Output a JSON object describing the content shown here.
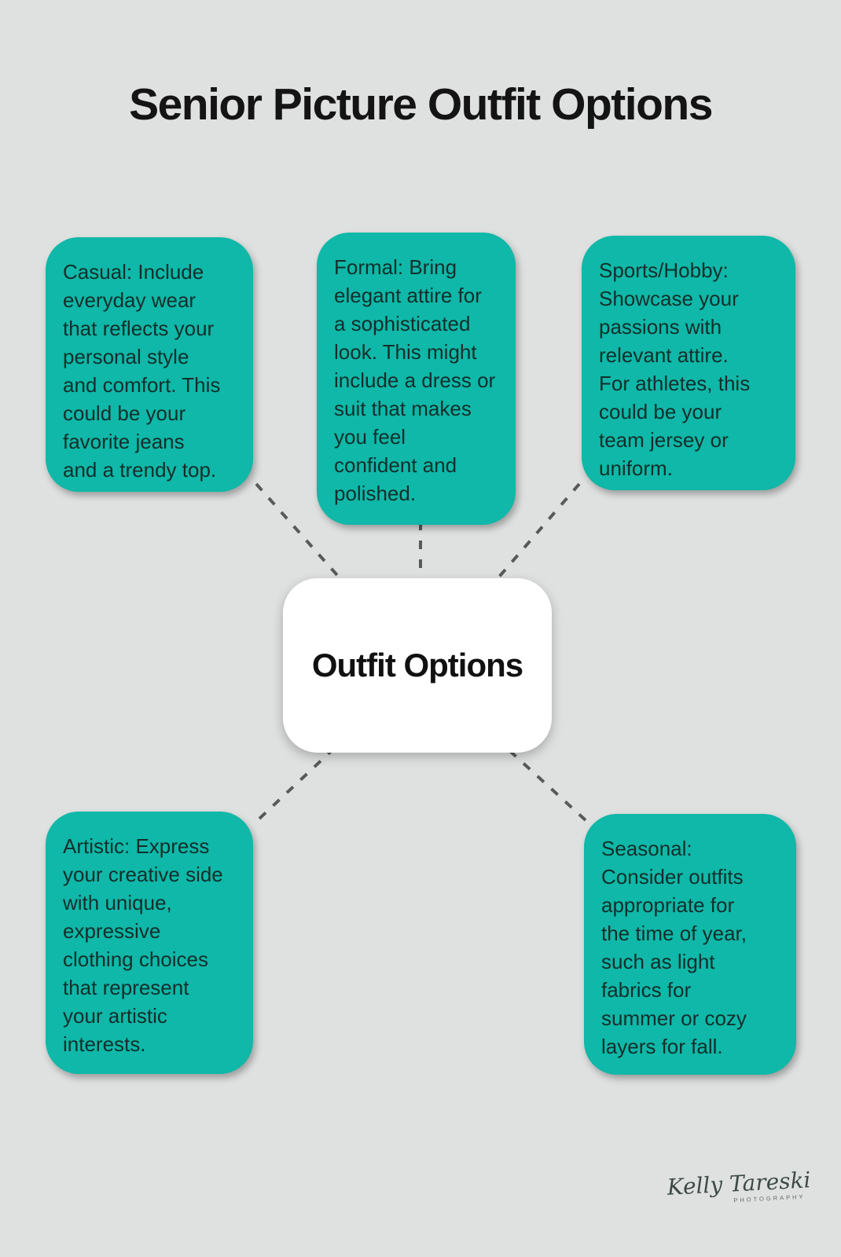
{
  "title": "Senior Picture Outfit Options",
  "center": {
    "label": "Outfit Options"
  },
  "nodes": [
    {
      "id": "casual",
      "text": "Casual: Include\neveryday wear\nthat reflects your\npersonal style\nand comfort. This\ncould be your\nfavorite jeans\nand a trendy top."
    },
    {
      "id": "formal",
      "text": "Formal: Bring\nelegant attire for\na sophisticated\nlook. This might\ninclude a dress or\nsuit that makes\nyou feel\nconfident and\npolished."
    },
    {
      "id": "sports-hobby",
      "text": "Sports/Hobby:\nShowcase your\npassions with\nrelevant attire.\nFor athletes, this\ncould be your\nteam jersey or\nuniform."
    },
    {
      "id": "artistic",
      "text": "Artistic: Express\nyour creative side\nwith unique,\nexpressive\nclothing choices\nthat represent\nyour artistic\ninterests."
    },
    {
      "id": "seasonal",
      "text": "Seasonal:\nConsider outfits\nappropriate for\nthe time of year,\nsuch as light\nfabrics for\nsummer or cozy\nlayers for fall."
    }
  ],
  "signature": {
    "name": "Kelly Tareski",
    "subtitle": "PHOTOGRAPHY"
  },
  "colors": {
    "background": "#dfe1e0",
    "node_fill": "#0fb8a8",
    "node_text": "#132e2b",
    "center_fill": "#ffffff",
    "connector": "#565b5a",
    "title_text": "#141414"
  }
}
